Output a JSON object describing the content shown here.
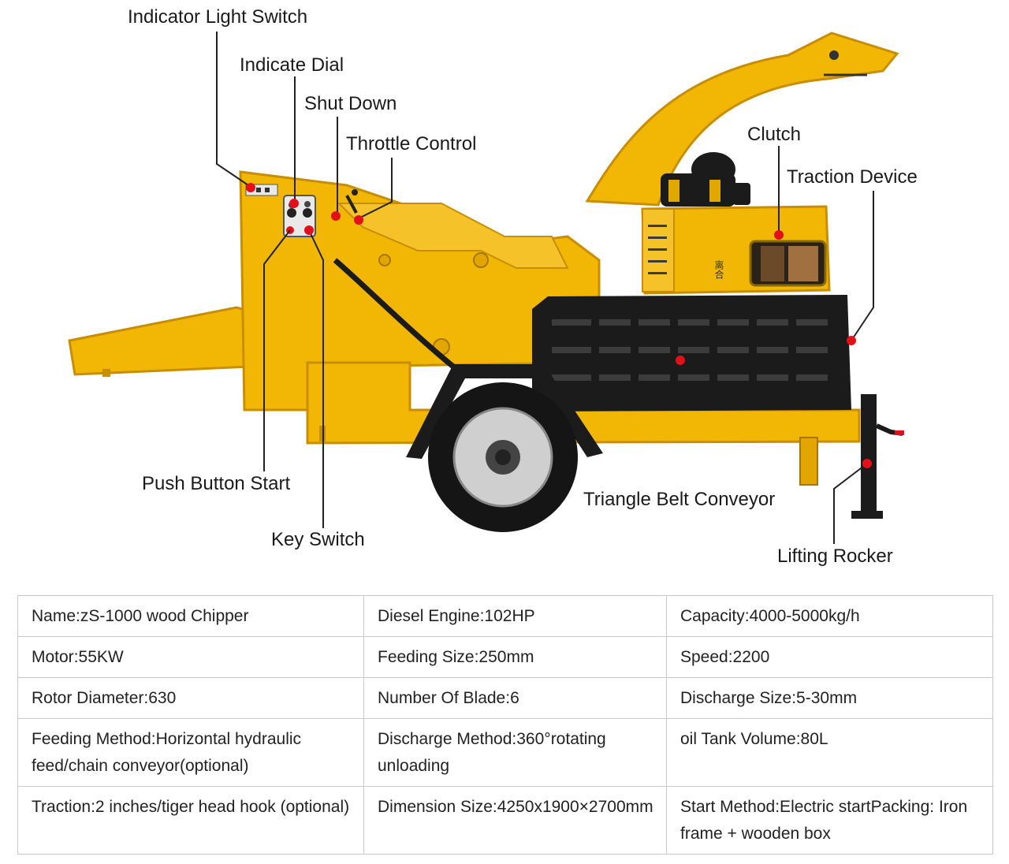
{
  "diagram": {
    "callouts": {
      "indicator_light_switch": "Indicator Light Switch",
      "indicate_dial": "Indicate Dial",
      "shut_down": "Shut Down",
      "throttle_control": "Throttle Control",
      "clutch": "Clutch",
      "traction_device": "Traction Device",
      "push_button_start": "Push Button Start",
      "key_switch": "Key Switch",
      "triangle_belt_conveyor": "Triangle Belt Conveyor",
      "lifting_rocker": "Lifting Rocker"
    },
    "machine_decal": "离合",
    "colors": {
      "body": "#F2B705",
      "body_dark": "#C98E00",
      "panel": "#1b1b1b",
      "callout_line": "#222222",
      "marker": "#E3101A"
    }
  },
  "specs": {
    "rows": [
      [
        "Name:zS-1000 wood Chipper",
        "Diesel Engine:102HP",
        "Capacity:4000-5000kg/h"
      ],
      [
        "Motor:55KW",
        "Feeding Size:250mm",
        "Speed:2200"
      ],
      [
        "Rotor Diameter:630",
        "Number Of Blade:6",
        "Discharge Size:5-30mm"
      ],
      [
        "Feeding Method:Horizontal hydraulic feed/chain conveyor(optional)",
        "Discharge Method:360°rotating unloading",
        "oil Tank Volume:80L"
      ],
      [
        "Traction:2 inches/tiger head hook (optional)",
        "Dimension Size:4250x1900×2700mm",
        "Start Method:Electric startPacking: Iron frame + wooden box"
      ]
    ]
  }
}
